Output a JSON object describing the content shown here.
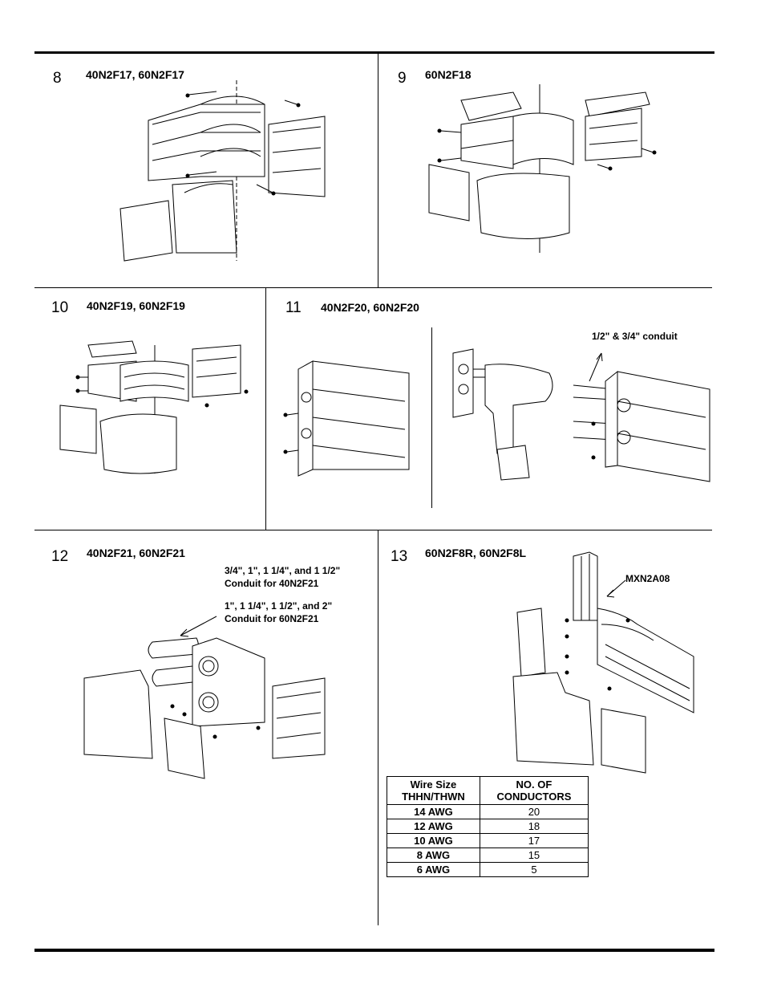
{
  "panels": [
    {
      "number": "8",
      "models": "40N2F17, 60N2F17",
      "icon": "corner-fitting-exploded-illustration"
    },
    {
      "number": "9",
      "models": "60N2F18",
      "icon": "corner-fitting-exploded-illustration"
    },
    {
      "number": "10",
      "models": "40N2F19, 60N2F19",
      "icon": "corner-fitting-exploded-illustration"
    },
    {
      "number": "11",
      "models": "40N2F20, 60N2F20",
      "icon": "end-fitting-drill-illustration"
    },
    {
      "number": "12",
      "models": "40N2F21, 60N2F21",
      "icon": "conduit-end-fitting-illustration"
    },
    {
      "number": "13",
      "models": "60N2F8R, 60N2F8L",
      "icon": "vertical-transition-illustration"
    }
  ],
  "callouts": {
    "conduit_11": "1/2\" & 3/4\" conduit",
    "conduit_40_line1": "3/4\", 1\", 1 1/4\", and 1 1/2\"",
    "conduit_40_line2": "Conduit for 40N2F21",
    "conduit_60_line1": "1\", 1 1/4\", 1 1/2\", and 2\"",
    "conduit_60_line2": "Conduit for 60N2F21",
    "mxn": "MXN2A08"
  },
  "wire_table": {
    "headers": [
      {
        "line1": "Wire Size",
        "line2": "THHN/THWN"
      },
      {
        "line1": "NO. OF",
        "line2": "CONDUCTORS"
      }
    ],
    "rows": [
      {
        "size": "14 AWG",
        "count": "20"
      },
      {
        "size": "12 AWG",
        "count": "18"
      },
      {
        "size": "10 AWG",
        "count": "17"
      },
      {
        "size": "8 AWG",
        "count": "15"
      },
      {
        "size": "6 AWG",
        "count": "5"
      }
    ]
  },
  "colors": {
    "ink": "#000000",
    "paper": "#ffffff",
    "shade": "#d9d9d9"
  }
}
